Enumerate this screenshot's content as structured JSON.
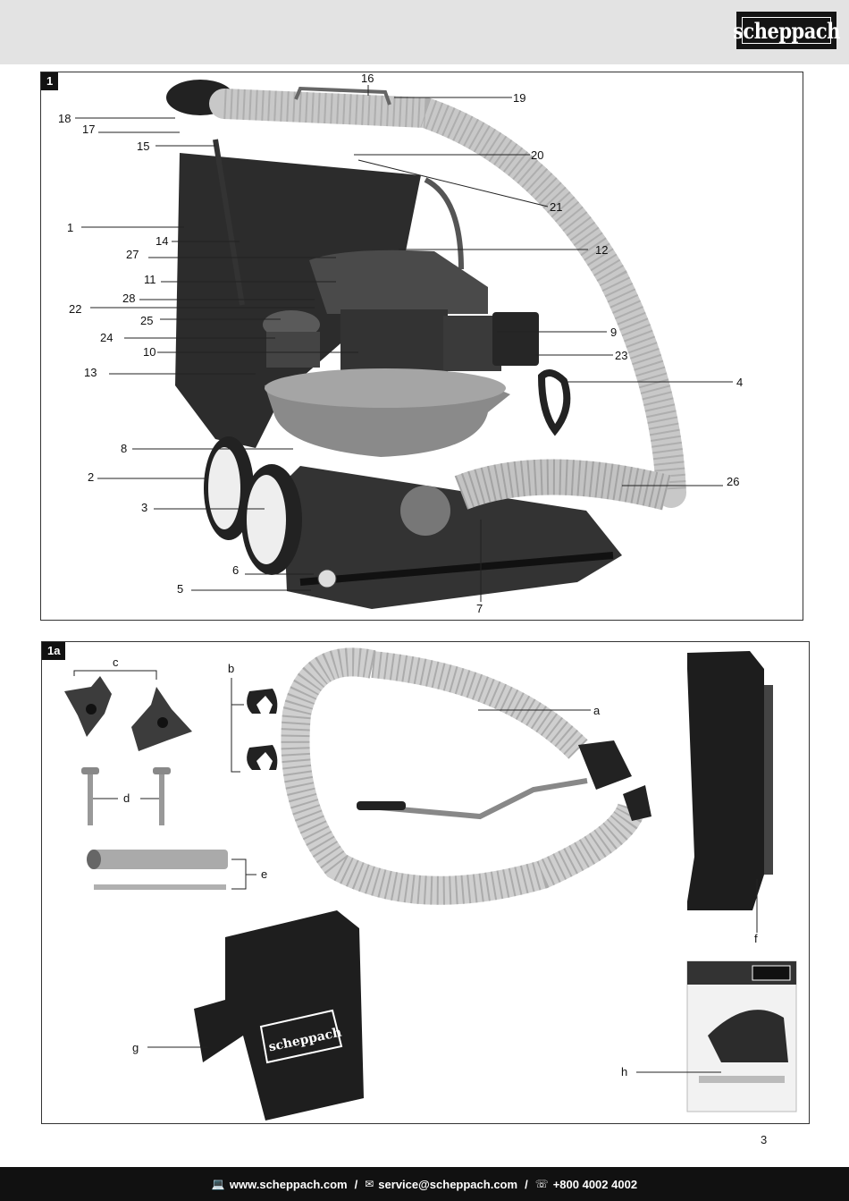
{
  "brand": {
    "name": "scheppach"
  },
  "figure1": {
    "tag": "1",
    "callouts": [
      "16",
      "19",
      "18",
      "17",
      "15",
      "20",
      "21",
      "1",
      "14",
      "27",
      "12",
      "11",
      "28",
      "22",
      "25",
      "24",
      "9",
      "10",
      "23",
      "13",
      "4",
      "8",
      "2",
      "26",
      "3",
      "6",
      "5",
      "7"
    ]
  },
  "figure1a": {
    "tag": "1a",
    "callouts": [
      "c",
      "b",
      "a",
      "d",
      "e",
      "f",
      "g",
      "h"
    ],
    "bag_logo": "scheppach"
  },
  "page_number": "3",
  "footer": {
    "website": "www.scheppach.com",
    "email": "service@scheppach.com",
    "phone": "+800 4002 4002",
    "separator": "/"
  }
}
